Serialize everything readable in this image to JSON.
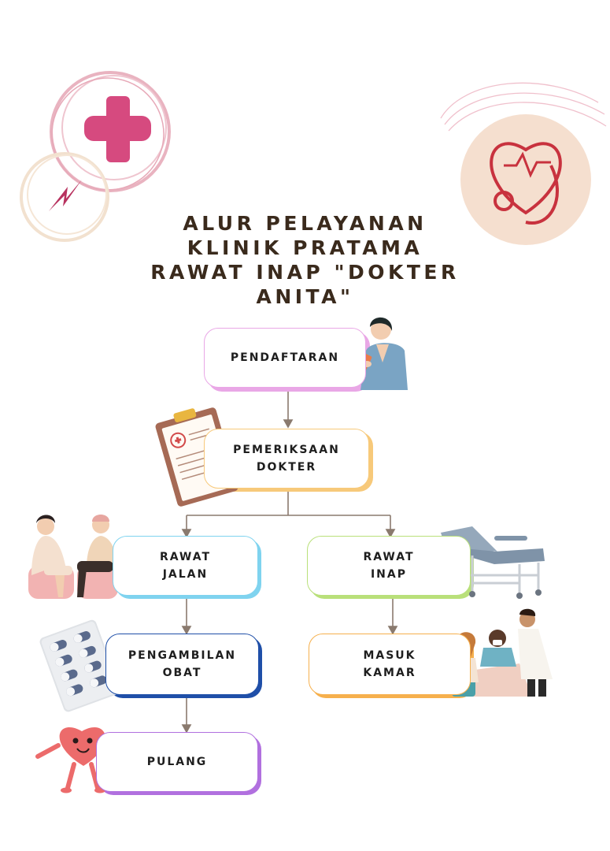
{
  "title": "ALUR PELAYANAN\nKLINIK PRATAMA\nRAWAT INAP \"DOKTER\nANITA\"",
  "steps": {
    "pendaftaran": "PENDAFTARAN",
    "pemeriksaan": "PEMERIKSAAN\nDOKTER",
    "rawat_jalan": "RAWAT\nJALAN",
    "rawat_inap": "RAWAT\nINAP",
    "pengambilan_obat": "PENGAMBILAN\nOBAT",
    "masuk_kamar": "MASUK\nKAMAR",
    "pulang": "PULANG"
  },
  "icons": {
    "top_left": "medical-cross-icon",
    "top_right": "heart-stethoscope-icon",
    "nurse": "nurse-illustration",
    "clipboard": "clipboard-icon",
    "consultation": "consultation-illustration",
    "bed": "hospital-bed-illustration",
    "pills": "pill-blister-icon",
    "hospital_room": "hospital-room-illustration",
    "heart": "heart-character-icon"
  },
  "colors": {
    "title": "#3a2a1c",
    "arrow": "#8a7a6e",
    "pendaftaran_accent": "#e9a7e6",
    "pemeriksaan_accent": "#f7c97a",
    "rawat_jalan_accent": "#7fd3ef",
    "rawat_inap_accent": "#b9e07a",
    "pengambilan_obat_accent": "#1f4fa8",
    "masuk_kamar_accent": "#f6b04d",
    "pulang_accent": "#b170df"
  }
}
